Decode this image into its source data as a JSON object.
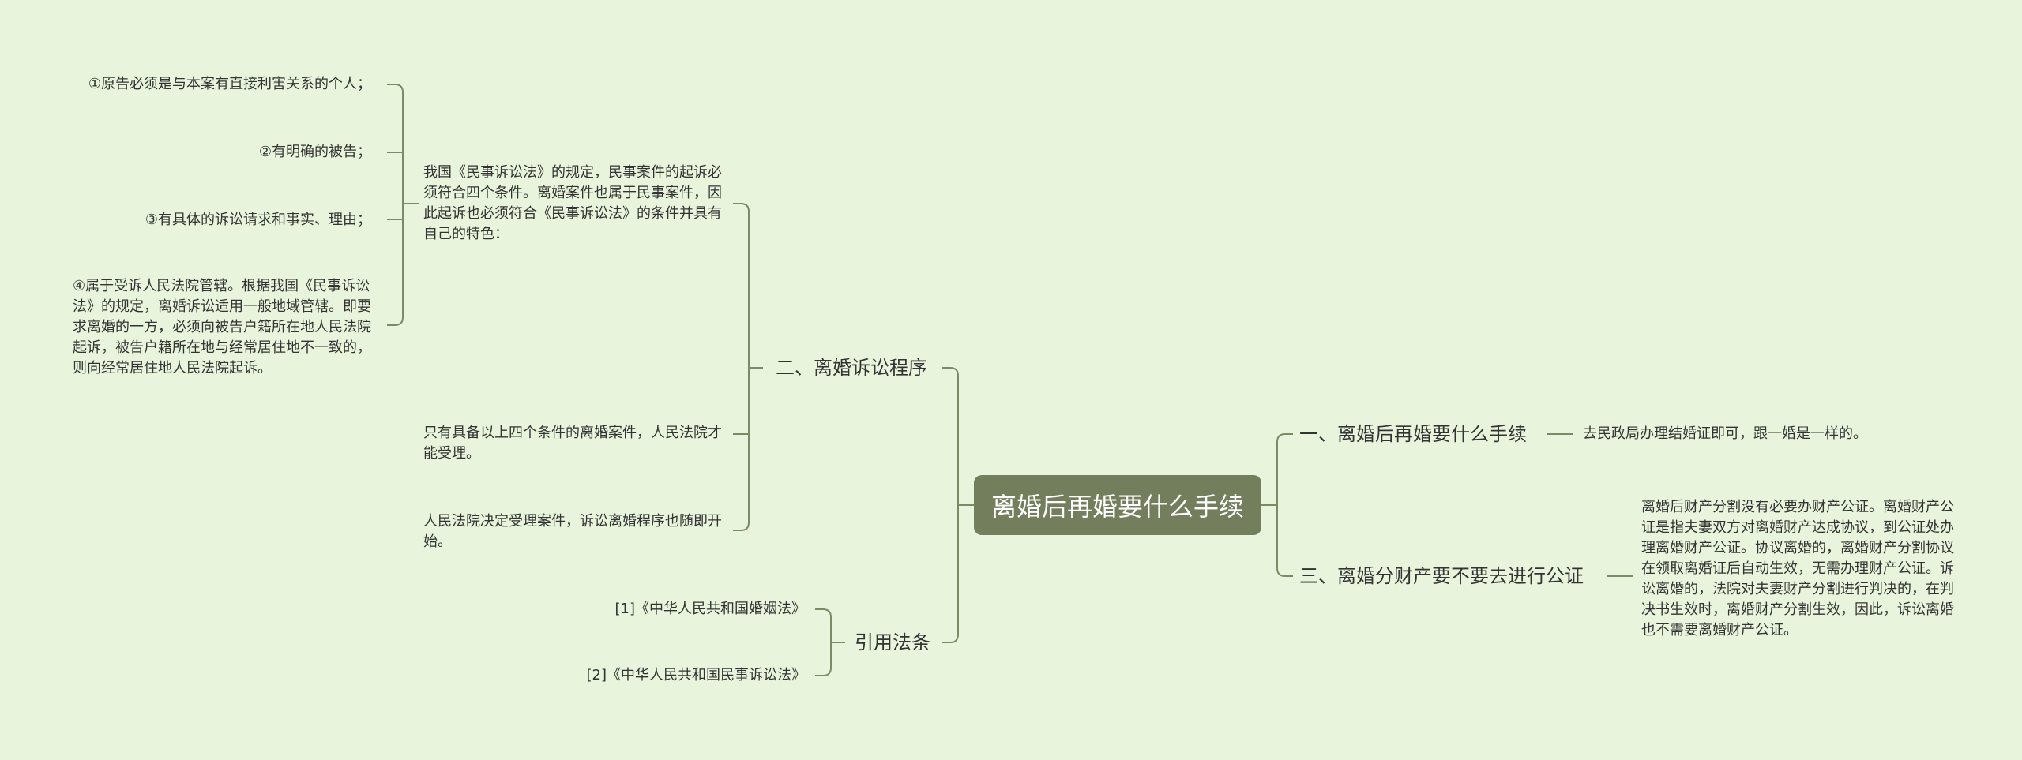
{
  "root": {
    "title": "离婚后再婚要什么手续"
  },
  "colors": {
    "background": "#e8f5dc",
    "root_fill": "#737f5c",
    "line": "#7d8a66"
  },
  "left_branches": {
    "procedure": {
      "label": "二、离婚诉讼程序",
      "intro": "我国《民事诉讼法》的规定，民事案件的起诉必须符合四个条件。离婚案件也属于民事案件，因此起诉也必须符合《民事诉讼法》的条件并具有自己的特色：",
      "conditions": [
        "①原告必须是与本案有直接利害关系的个人；",
        "②有明确的被告；",
        "③有具体的诉讼请求和事实、理由；",
        "④属于受诉人民法院管辖。根据我国《民事诉讼法》的规定，离婚诉讼适用一般地域管辖。即要求离婚的一方，必须向被告户籍所在地人民法院起诉，被告户籍所在地与经常居住地不一致的，则向经常居住地人民法院起诉。"
      ],
      "acceptance": "只有具备以上四个条件的离婚案件，人民法院才能受理。",
      "start": "人民法院决定受理案件，诉讼离婚程序也随即开始。"
    },
    "laws": {
      "label": "引用法条",
      "items": [
        "[1]《中华人民共和国婚姻法》",
        "[2]《中华人民共和国民事诉讼法》"
      ]
    }
  },
  "right_branches": {
    "remarriage": {
      "label": "一、离婚后再婚要什么手续",
      "answer": "去民政局办理结婚证即可，跟一婚是一样的。"
    },
    "notary": {
      "label": "三、离婚分财产要不要去进行公证",
      "answer": "离婚后财产分割没有必要办财产公证。离婚财产公证是指夫妻双方对离婚财产达成协议，到公证处办理离婚财产公证。协议离婚的，离婚财产分割协议在领取离婚证后自动生效，无需办理财产公证。诉讼离婚的，法院对夫妻财产分割进行判决的，在判决书生效时，离婚财产分割生效，因此，诉讼离婚也不需要离婚财产公证。"
    }
  }
}
